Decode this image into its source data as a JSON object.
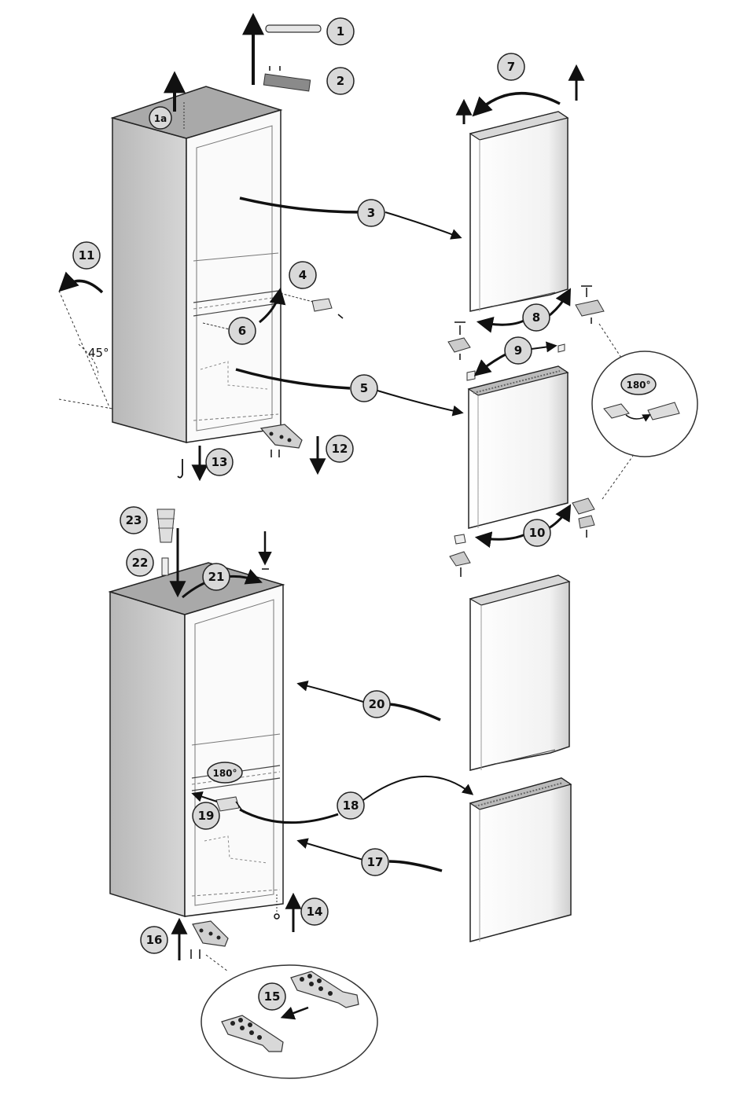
{
  "diagram": {
    "callouts": {
      "c1": "1",
      "c1a": "1a",
      "c2": "2",
      "c3": "3",
      "c4": "4",
      "c5": "5",
      "c6": "6",
      "c7": "7",
      "c8": "8",
      "c9": "9",
      "c10": "10",
      "c11": "11",
      "c12": "12",
      "c13": "13",
      "c14": "14",
      "c15": "15",
      "c16": "16",
      "c17": "17",
      "c18": "18",
      "c19": "19",
      "c20": "20",
      "c21": "21",
      "c22": "22",
      "c23": "23"
    },
    "angle_label": "45°",
    "rotation_label_top": "180°",
    "rotation_label_bottom": "180°"
  }
}
